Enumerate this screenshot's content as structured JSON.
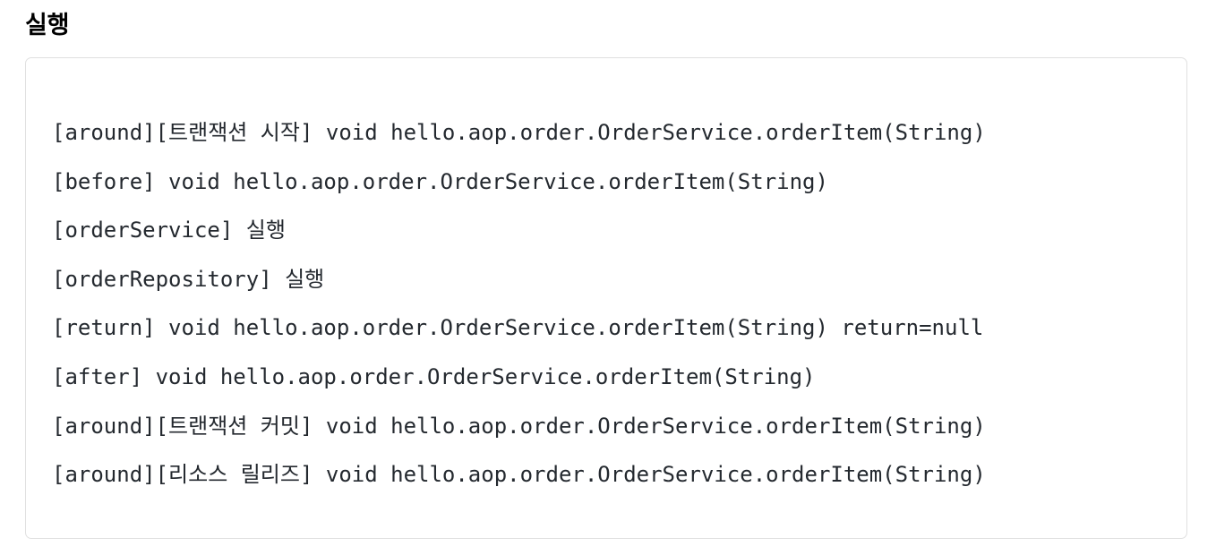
{
  "heading": "실행",
  "console": {
    "lines": [
      "[around][트랜잭션 시작] void hello.aop.order.OrderService.orderItem(String)",
      "[before] void hello.aop.order.OrderService.orderItem(String)",
      "[orderService] 실행",
      "[orderRepository] 실행",
      "[return] void hello.aop.order.OrderService.orderItem(String) return=null",
      "[after] void hello.aop.order.OrderService.orderItem(String)",
      "[around][트랜잭션 커밋] void hello.aop.order.OrderService.orderItem(String)",
      "[around][리소스 릴리즈] void hello.aop.order.OrderService.orderItem(String)"
    ]
  },
  "colors": {
    "text": "#24292f",
    "heading": "#000000",
    "border": "#e0e0e0",
    "background": "#ffffff"
  }
}
